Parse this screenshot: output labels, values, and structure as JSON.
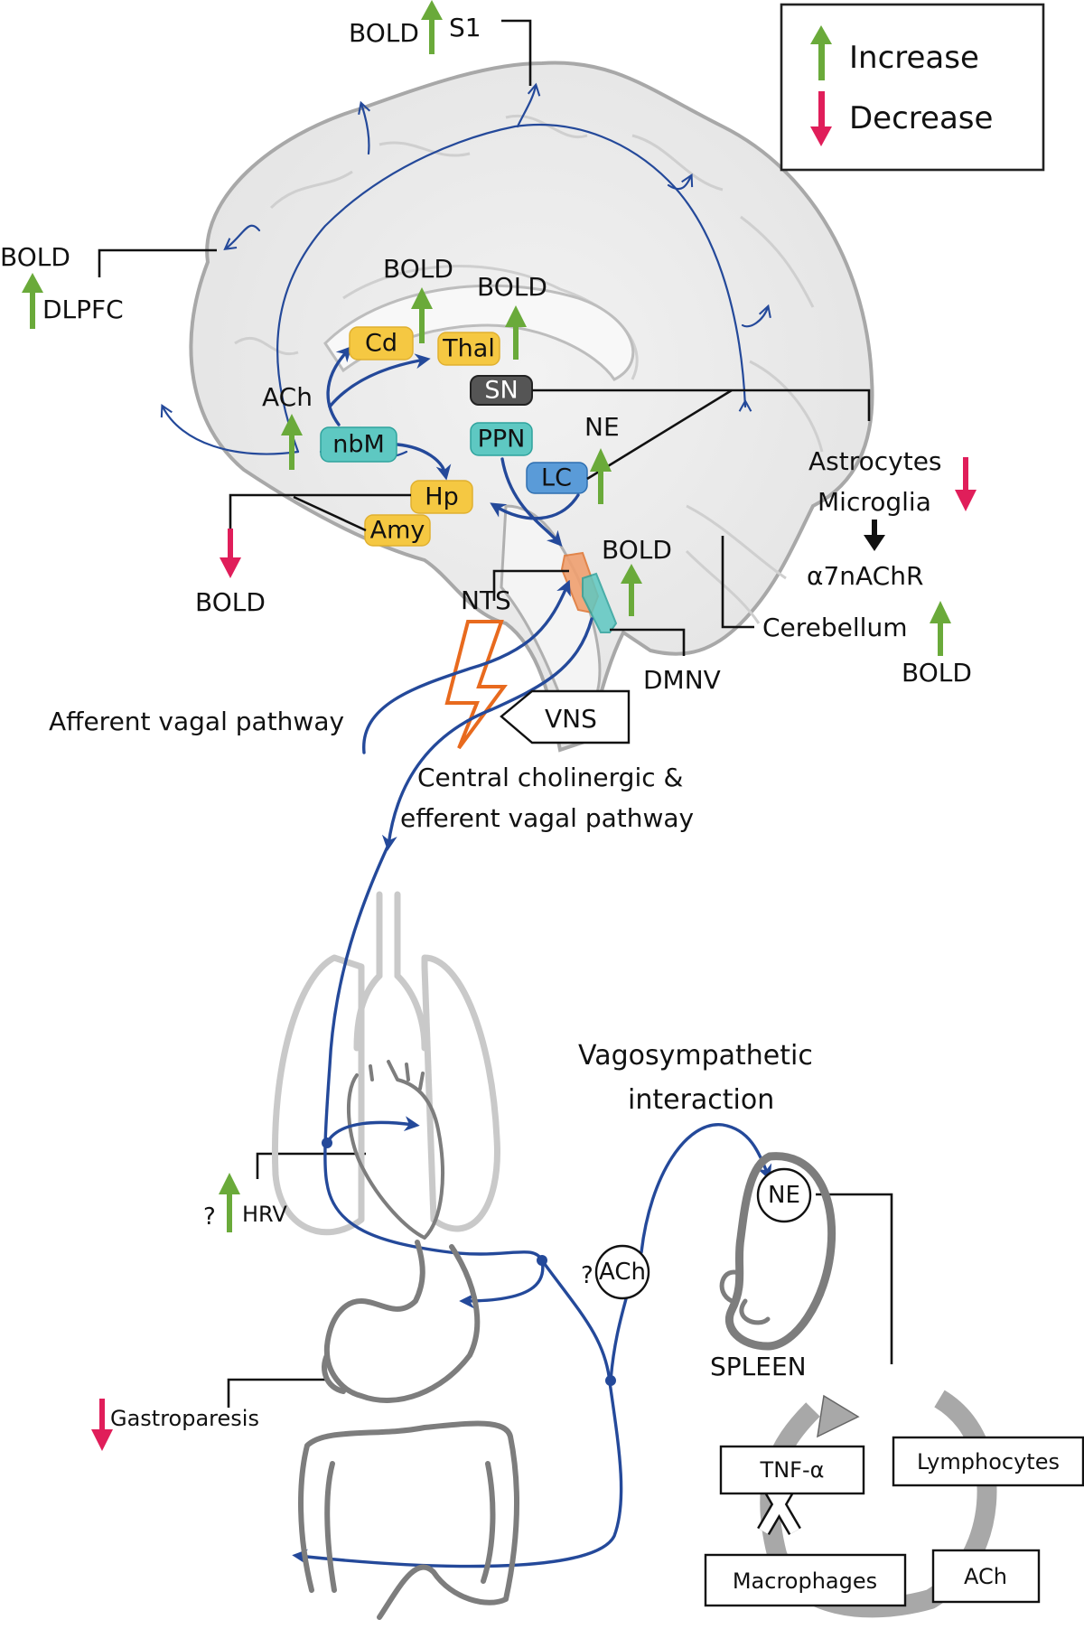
{
  "legend": {
    "increase_label": "Increase",
    "decrease_label": "Decrease",
    "increase_color": "#6aaa3a",
    "decrease_color": "#e01e5a"
  },
  "colors": {
    "nerve": "#24499a",
    "yellow_node": "#f5c842",
    "teal_node": "#5ec8c2",
    "blue_node": "#5a9bd8",
    "dark_node": "#555555",
    "nts": "#f0a070",
    "stimulus": "#e86a1e"
  },
  "brain": {
    "s1": {
      "bold": "BOLD",
      "region": "S1"
    },
    "dlpfc": {
      "bold": "BOLD",
      "region": "DLPFC"
    },
    "cd_bold": "BOLD",
    "thal_bold": "BOLD",
    "ach": "ACh",
    "ne": "NE",
    "hp_amy_bold": "BOLD",
    "nts_bold": "BOLD",
    "nodes": {
      "cd": "Cd",
      "thal": "Thal",
      "sn": "SN",
      "nbm": "nbM",
      "ppn": "PPN",
      "lc": "LC",
      "hp": "Hp",
      "amy": "Amy"
    },
    "nts_label": "NTS",
    "dmnv_label": "DMNV",
    "glia": {
      "astrocytes": "Astrocytes",
      "microglia": "Microglia",
      "receptor": "α7nAChR"
    },
    "cerebellum": {
      "label": "Cerebellum",
      "bold": "BOLD"
    }
  },
  "stimulation": {
    "vns_label": "VNS",
    "afferent_label": "Afferent vagal pathway",
    "efferent_label_line1": "Central cholinergic &",
    "efferent_label_line2": "efferent  vagal pathway"
  },
  "periphery": {
    "hrv": {
      "question": "?",
      "label": "HRV"
    },
    "gastroparesis": "Gastroparesis",
    "vagosympathetic_line1": "Vagosympathetic",
    "vagosympathetic_line2": "interaction",
    "ach_question": "?",
    "ach_circle": "ACh",
    "ne_circle": "NE",
    "spleen_label": "SPLEEN"
  },
  "immune_cycle": {
    "tnf": "TNF-α",
    "lymphocytes": "Lymphocytes",
    "macrophages": "Macrophages",
    "ach": "ACh"
  }
}
